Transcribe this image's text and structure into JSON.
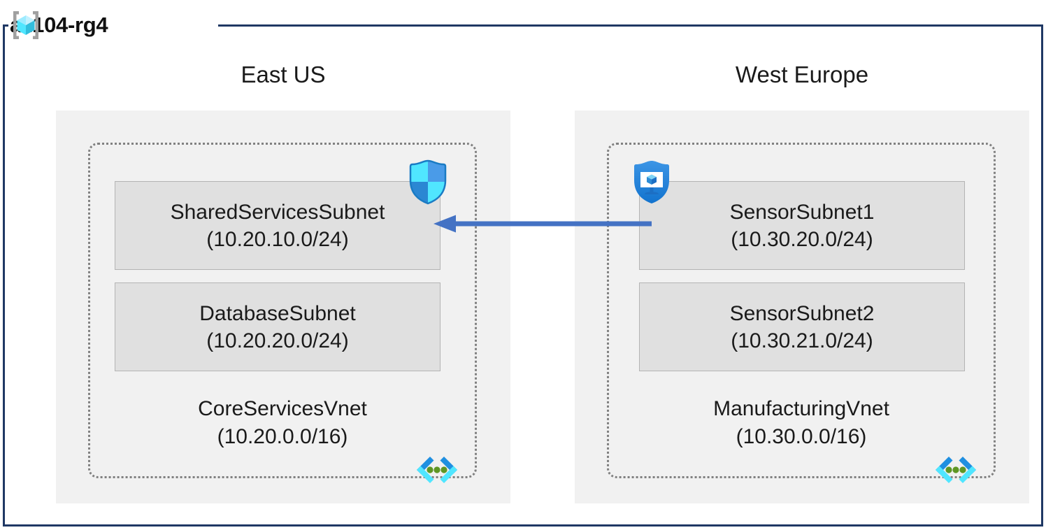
{
  "diagram": {
    "resource_group": {
      "name": "az104-rg4",
      "icon": "azure-resource-group-icon",
      "border_color": "#1F3864"
    },
    "regions": [
      {
        "id": "east-us",
        "label": "East US",
        "fill_color": "#F1F1F1",
        "vnet": {
          "name": "CoreServicesVnet",
          "cidr": "(10.20.0.0/16)",
          "icon": "virtual-network-icon",
          "border_color": "#808080",
          "subnets": [
            {
              "name": "SharedServicesSubnet",
              "cidr": "(10.20.10.0/24)",
              "icon": "network-security-group-icon"
            },
            {
              "name": "DatabaseSubnet",
              "cidr": "(10.20.20.0/24)",
              "icon": ""
            }
          ]
        }
      },
      {
        "id": "west-europe",
        "label": "West Europe",
        "fill_color": "#F1F1F1",
        "vnet": {
          "name": "ManufacturingVnet",
          "cidr": "(10.30.0.0/16)",
          "icon": "virtual-network-icon",
          "border_color": "#808080",
          "subnets": [
            {
              "name": "SensorSubnet1",
              "cidr": "(10.30.20.0/24)",
              "icon": "application-security-group-icon"
            },
            {
              "name": "SensorSubnet2",
              "cidr": "(10.30.21.0/24)",
              "icon": ""
            }
          ]
        }
      }
    ],
    "connection": {
      "name": "vnet-peering-arrow",
      "direction": "right-to-left",
      "from": "SensorSubnet1",
      "to": "SharedServicesSubnet",
      "color": "#4472C4",
      "style": "solid"
    },
    "palette": {
      "subnet_fill": "#E0E0E0",
      "subnet_border": "#B4B4B4",
      "region_fill": "#F1F1F1",
      "arrow_blue": "#4472C4",
      "azure_blue": "#0078D4",
      "azure_cyan": "#50E6FF",
      "vnet_green": "#5E9624",
      "bracket_gray": "#A0A0A0"
    }
  }
}
